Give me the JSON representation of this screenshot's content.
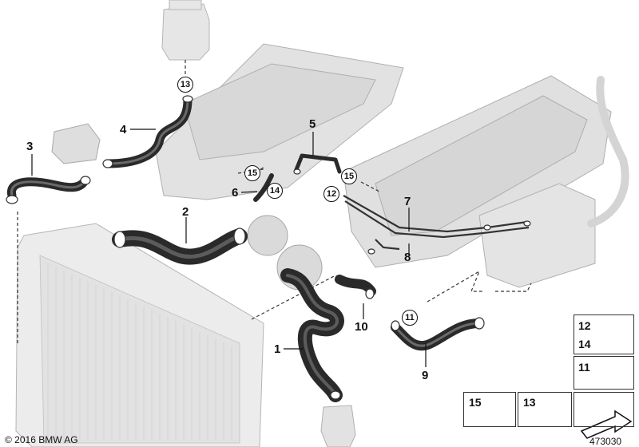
{
  "callouts": {
    "c1": "1",
    "c2": "2",
    "c3": "3",
    "c4": "4",
    "c5": "5",
    "c6": "6",
    "c7": "7",
    "c8": "8",
    "c9": "9",
    "c10": "10"
  },
  "circled": {
    "c11": "11",
    "c12": "12",
    "c13": "13",
    "c14": "14",
    "c15a": "15",
    "c15b": "15"
  },
  "legend": {
    "box_12": "12",
    "box_14": "14",
    "box_11": "11",
    "box_15": "15",
    "box_13": "13"
  },
  "footer": {
    "copyright": "© 2016 BMW AG",
    "diagram_number": "473030"
  },
  "colors": {
    "hose": "#2a2a2a",
    "hose_highlight": "#6a6a6a",
    "ghost_part": "#c8c8c8",
    "ghost_outline": "#9a9a9a"
  }
}
